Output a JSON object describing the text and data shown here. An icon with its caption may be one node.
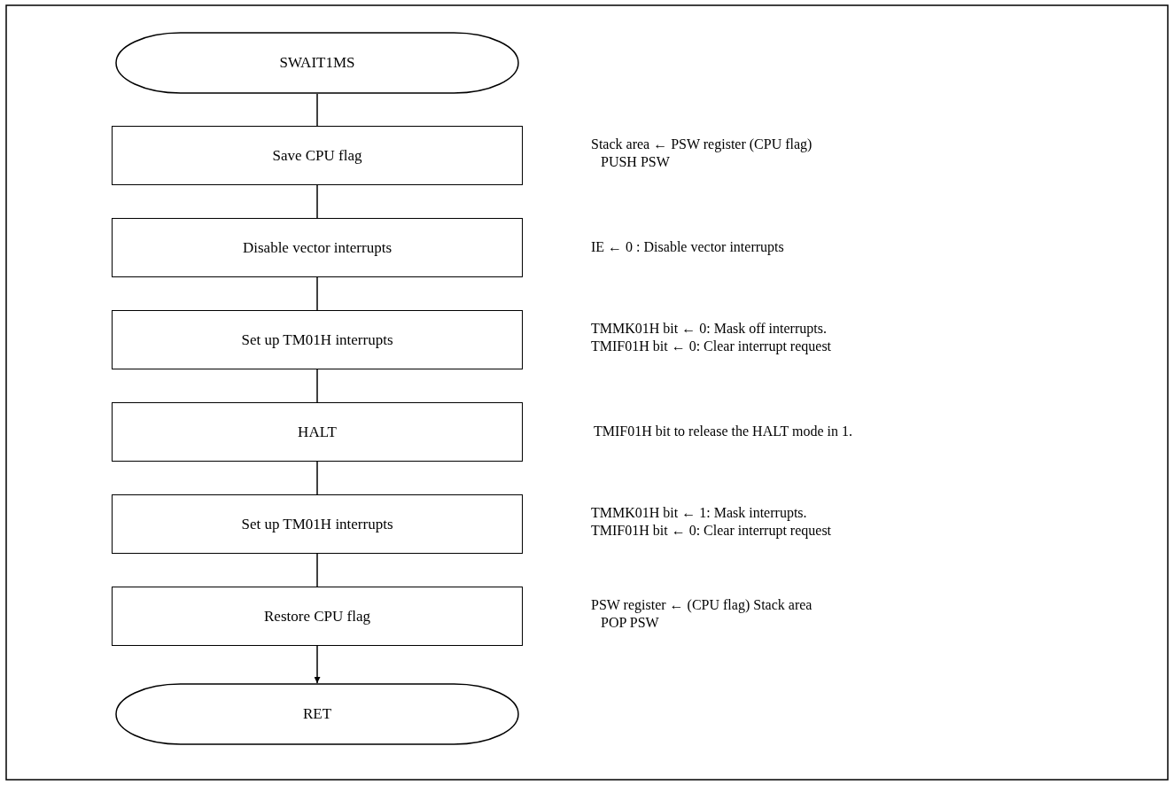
{
  "diagram": {
    "nodes": [
      {
        "text": [
          "SWAIT1MS"
        ]
      },
      {
        "text": [
          "Save CPU flag"
        ]
      },
      {
        "text": [
          "Disable vector interrupts"
        ]
      },
      {
        "text": [
          "Set up TM01H interrupts"
        ]
      },
      {
        "text": [
          "HALT"
        ]
      },
      {
        "text": [
          "Set up TM01H interrupts"
        ]
      },
      {
        "text": [
          "Restore CPU flag"
        ]
      },
      {
        "text": [
          "RET"
        ]
      }
    ],
    "edges": [
      {
        "from": 0,
        "to": 1,
        "arrow": "none"
      },
      {
        "from": 1,
        "to": 2,
        "arrow": "none"
      },
      {
        "from": 2,
        "to": 3,
        "arrow": "none"
      },
      {
        "from": 3,
        "to": 4,
        "arrow": "none"
      },
      {
        "from": 4,
        "to": 5,
        "arrow": "none"
      },
      {
        "from": 5,
        "to": 6,
        "arrow": "none"
      },
      {
        "from": 6,
        "to": 7,
        "arrow": "to"
      }
    ],
    "labels": [
      "Stack area ← PSW register (CPU flag)",
      "PUSH PSW",
      "IE ← 0 : Disable vector interrupts",
      "TMMK01H bit ← 0: Mask off interrupts.",
      "TMIF01H bit ← 0: Clear interrupt request",
      "TMIF01H bit to release the HALT mode in 1.",
      "TMMK01H bit ← 1: Mask interrupts.",
      "TMIF01H bit ← 0: Clear interrupt request",
      "PSW register ← (CPU flag) Stack area",
      "POP PSW"
    ]
  }
}
